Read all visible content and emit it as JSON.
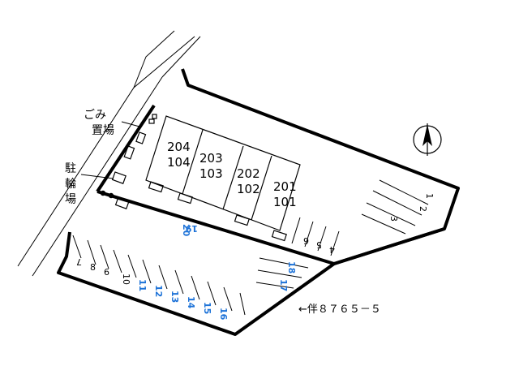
{
  "colors": {
    "ink": "#000000",
    "blue_numbers": "#1e73d8"
  },
  "labels": {
    "garbage_area_1": "ごみ",
    "garbage_area_2": "置場",
    "bicycle_parking_1": "駐",
    "bicycle_parking_2": "輪",
    "bicycle_parking_3": "場",
    "adjacent_lot": "←伴８７６５－５"
  },
  "units": [
    {
      "top": "204",
      "bottom": "104"
    },
    {
      "top": "203",
      "bottom": "103"
    },
    {
      "top": "202",
      "bottom": "102"
    },
    {
      "top": "201",
      "bottom": "101"
    }
  ],
  "parking_numbers": {
    "black": [
      "1",
      "2",
      "3",
      "4",
      "5",
      "6",
      "7",
      "8",
      "9",
      "10"
    ],
    "blue": [
      "11",
      "12",
      "13",
      "14",
      "15",
      "16",
      "17",
      "18",
      "19",
      "20"
    ]
  },
  "north_arrow": {
    "icon": "north-arrow-icon"
  }
}
